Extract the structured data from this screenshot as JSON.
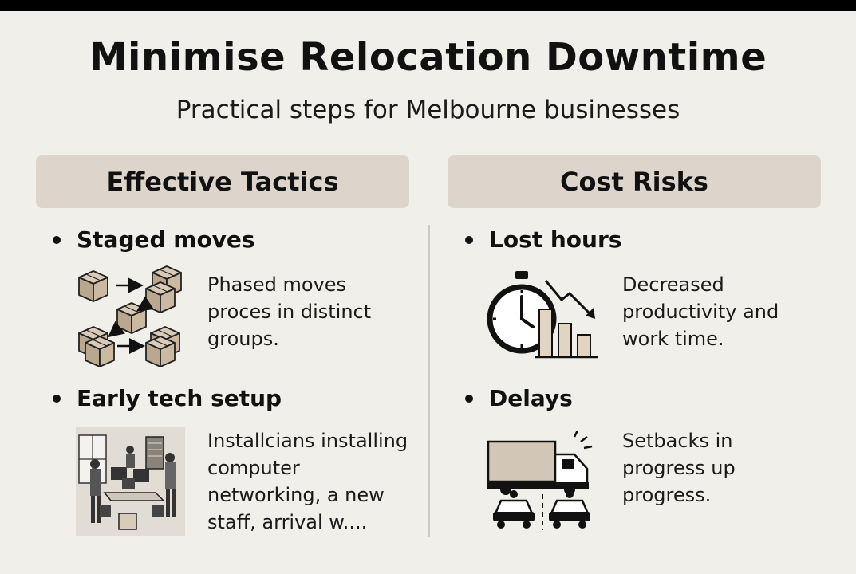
{
  "title": "Minimise Relocation Downtime",
  "subtitle": "Practical steps for Melbourne businesses",
  "left": {
    "header": "Effective Tactics",
    "items": [
      {
        "heading": "Staged moves",
        "icon": "staged-moving-boxes-icon",
        "lines": [
          "Phased moves",
          "proces in distinct",
          "groups."
        ]
      },
      {
        "heading": "Early tech setup",
        "icon": "technicians-office-setup-illustration",
        "lines": [
          "Installcians installing",
          "computer",
          "networking, a new",
          "staff, arrival w...."
        ]
      }
    ]
  },
  "right": {
    "header": "Cost Risks",
    "items": [
      {
        "heading": "Lost hours",
        "icon": "stopwatch-declining-chart-icon",
        "lines": [
          "Decreased",
          "productivity and",
          "work time."
        ]
      },
      {
        "heading": "Delays",
        "icon": "truck-traffic-delay-icon",
        "lines": [
          "Setbacks in",
          "progress up",
          "progress."
        ]
      }
    ]
  }
}
